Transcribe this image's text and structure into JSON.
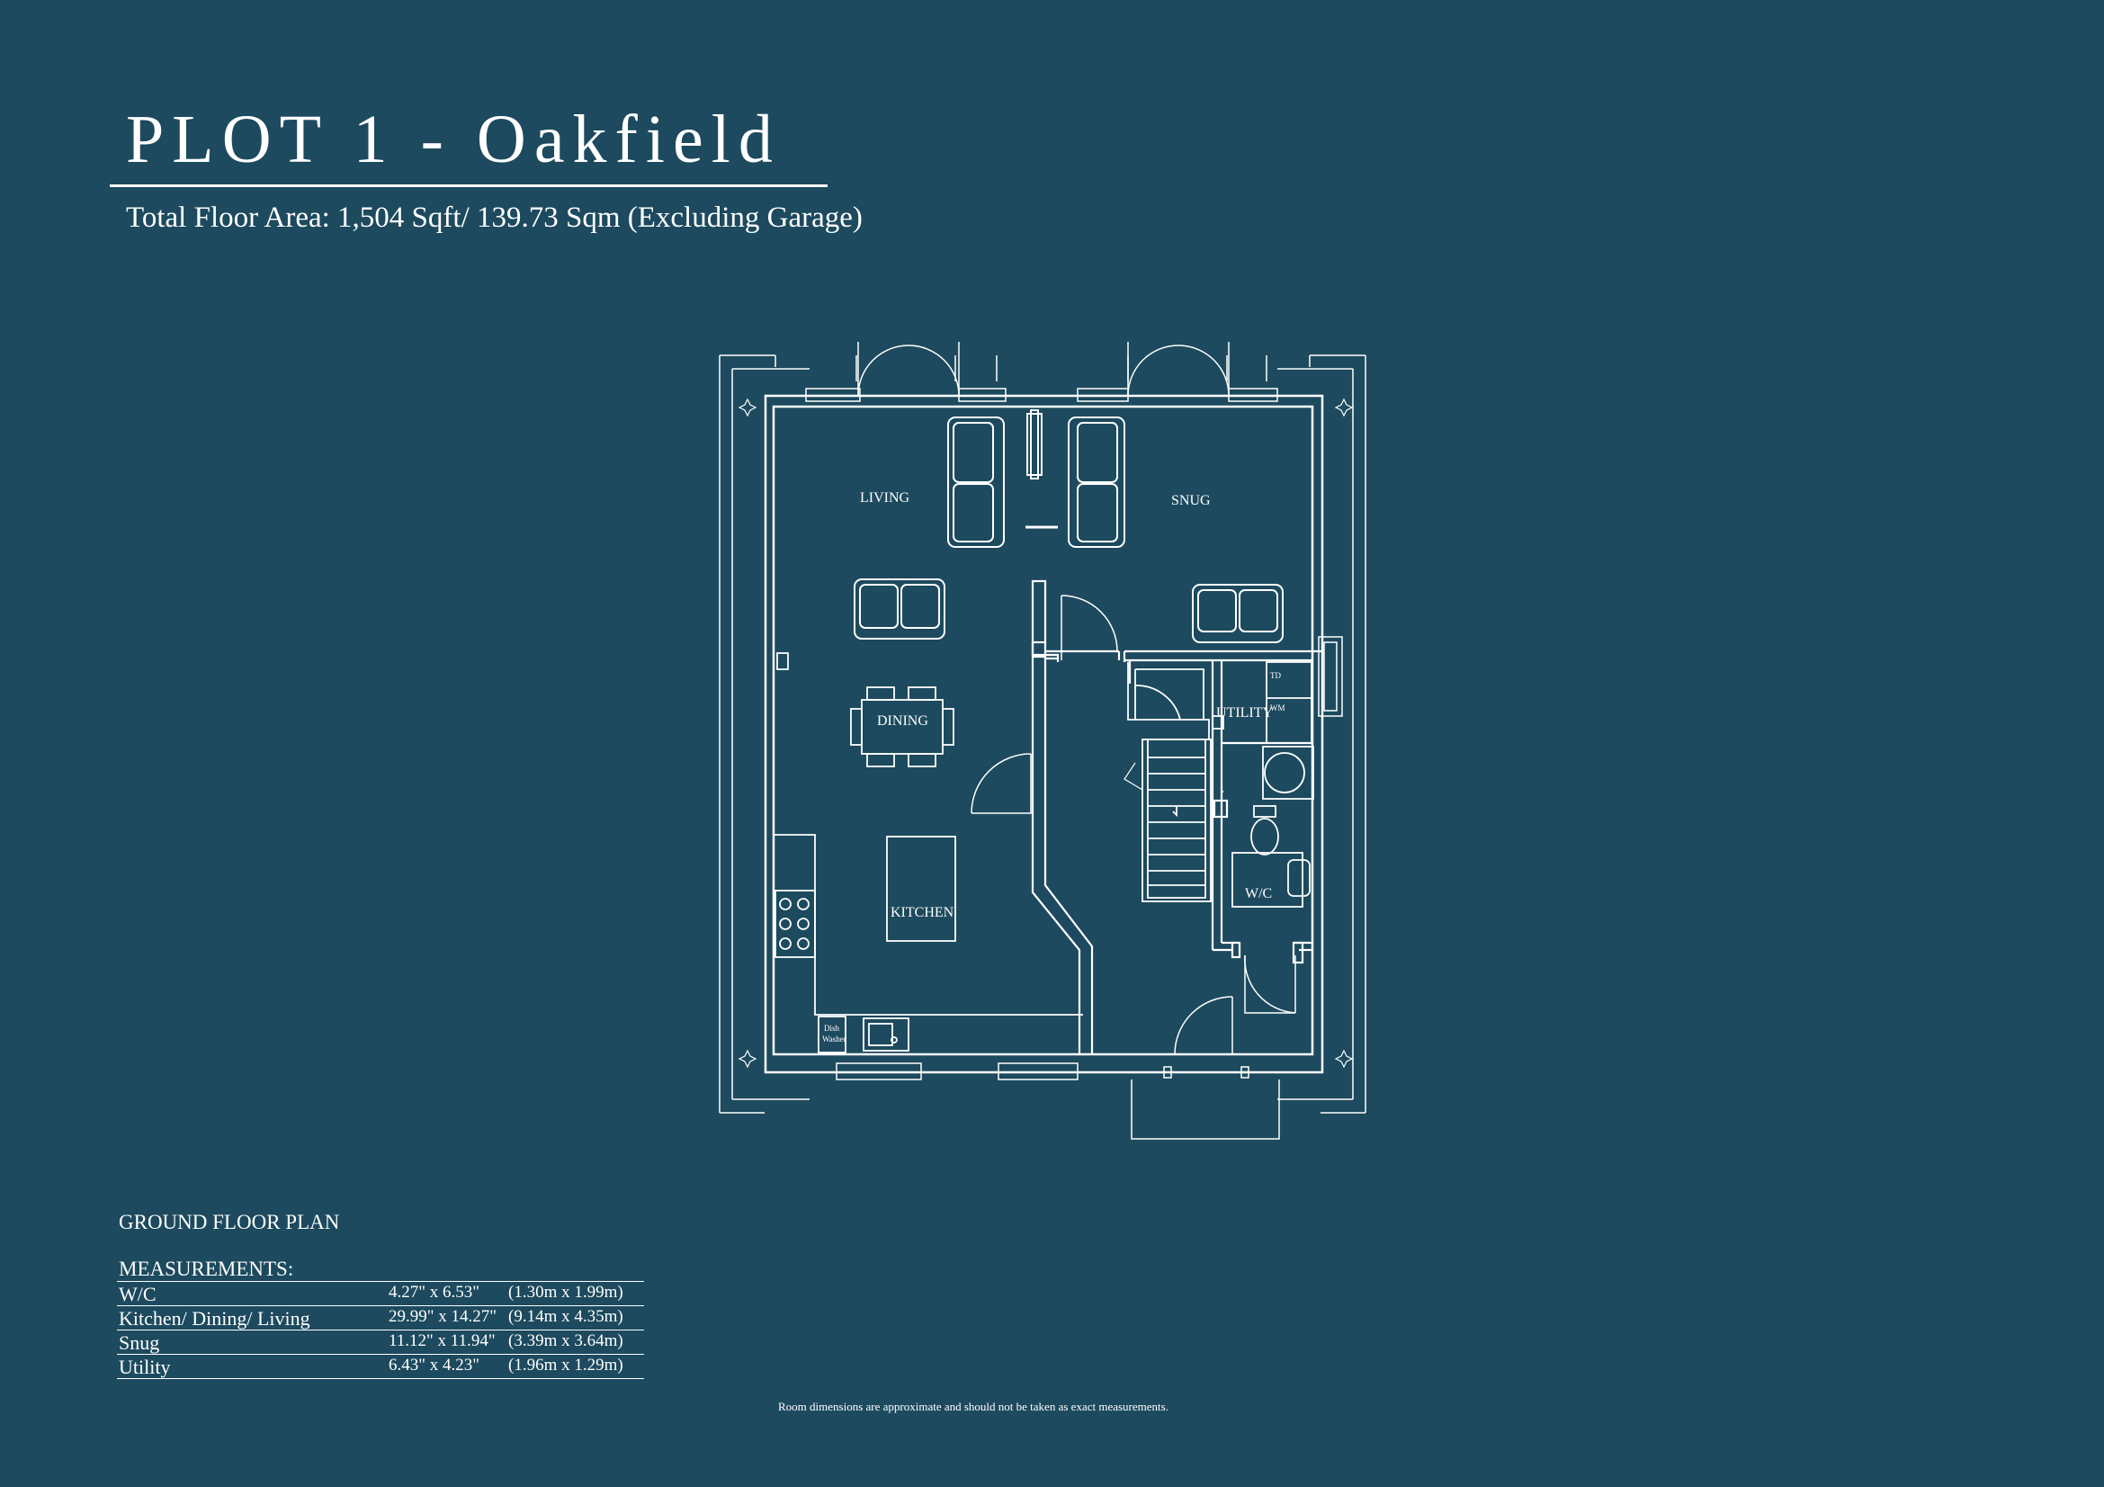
{
  "header": {
    "title": "PLOT 1  -  Oakfield",
    "floor_area": "Total Floor Area: 1,504 Sqft/ 139.73 Sqm (Excluding Garage)"
  },
  "plan": {
    "rooms": {
      "living": "LIVING",
      "snug": "SNUG",
      "dining": "DINING",
      "kitchen": "KITCHEN",
      "utility": "UTILITY",
      "wc": "W/C",
      "td": "TD",
      "wm": "WM",
      "dish_washer_1": "Dish",
      "dish_washer_2": "Washer"
    }
  },
  "floor_label": "GROUND FLOOR PLAN",
  "measurements": {
    "heading": "MEASUREMENTS:",
    "rows": [
      {
        "room": "W/C",
        "imperial": "4.27\" x 6.53\"",
        "metric": "(1.30m x 1.99m)"
      },
      {
        "room": "Kitchen/ Dining/ Living",
        "imperial": "29.99\" x 14.27\"",
        "metric": "(9.14m x 4.35m)"
      },
      {
        "room": "Snug",
        "imperial": "11.12\" x 11.94\"",
        "metric": "(3.39m x 3.64m)"
      },
      {
        "room": "Utility",
        "imperial": "6.43\" x 4.23\"",
        "metric": "(1.96m x 1.29m)"
      }
    ]
  },
  "disclaimer": "Room dimensions are approximate and should not be taken as exact measurements.",
  "colors": {
    "background": "#1d4a5e",
    "line": "#ffffff"
  }
}
